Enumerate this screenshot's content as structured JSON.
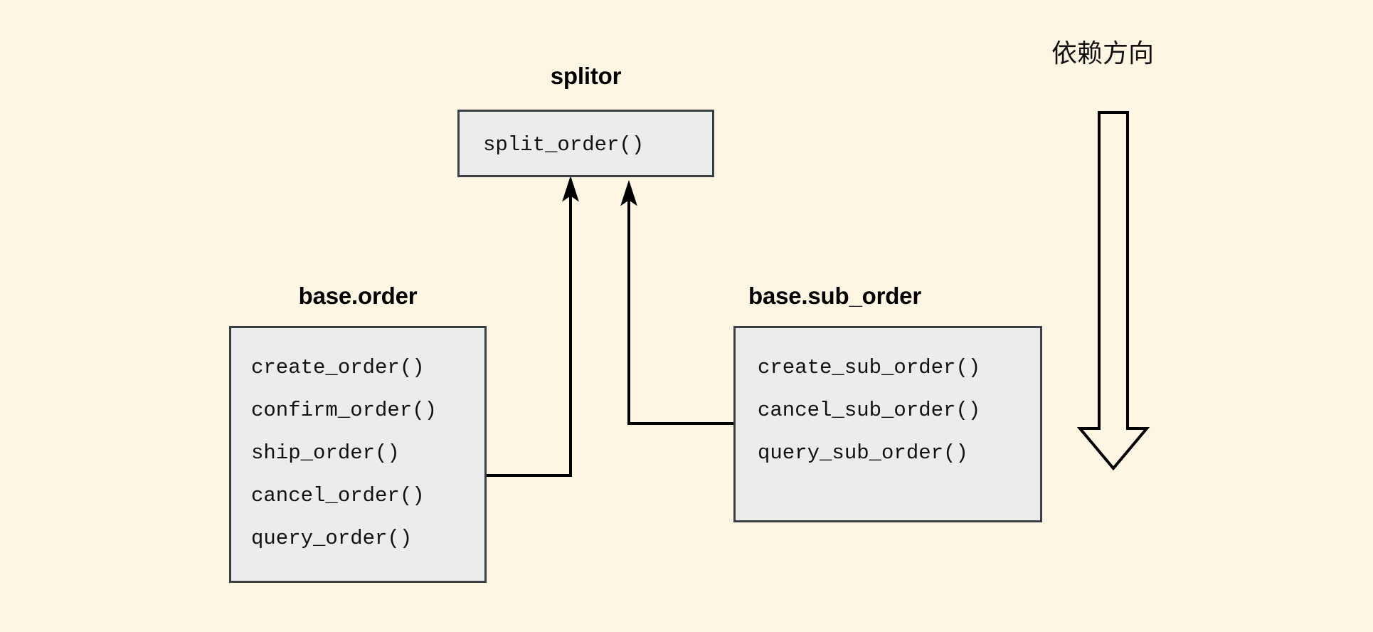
{
  "diagram": {
    "title": "order splitting dependency diagram",
    "background_color": "#fdf6e3",
    "node_fill_color": "#ececec",
    "node_border_color": "#3a3f44",
    "line_color": "#000000",
    "nodes": [
      {
        "id": "splitor",
        "title": "splitor",
        "methods": [
          "split_order()"
        ]
      },
      {
        "id": "order",
        "title": "base.order",
        "methods": [
          "create_order()",
          "confirm_order()",
          "ship_order()",
          "cancel_order()",
          "query_order()"
        ]
      },
      {
        "id": "sub_order",
        "title": "base.sub_order",
        "methods": [
          "create_sub_order()",
          "cancel_sub_order()",
          "query_sub_order()"
        ]
      }
    ],
    "edges": [
      {
        "from": "order",
        "to": "splitor",
        "style": "elbow-arrow"
      },
      {
        "from": "sub_order",
        "to": "splitor",
        "style": "elbow-arrow"
      }
    ],
    "annotation": {
      "label": "依赖方向",
      "arrow": "hollow-down-arrow"
    }
  }
}
